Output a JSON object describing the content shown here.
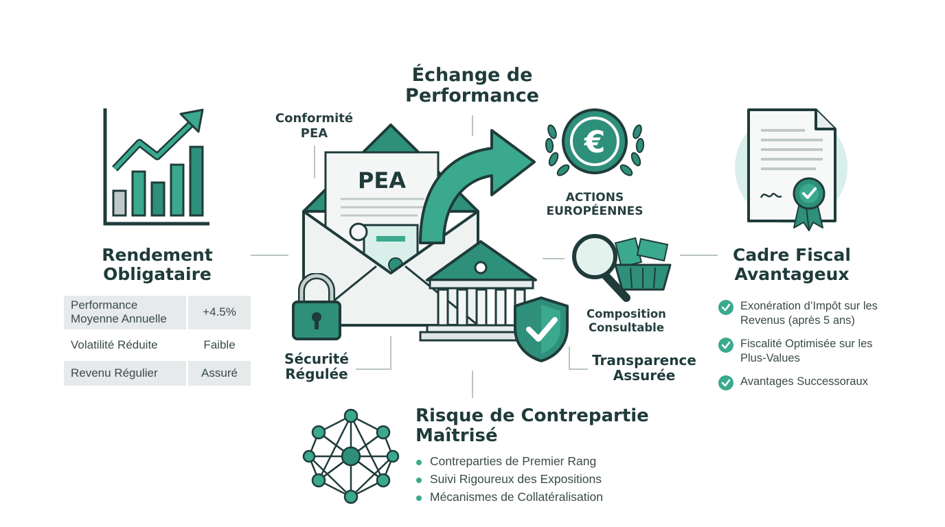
{
  "center": {
    "top_title": "Échange de Performance",
    "conformite": "Conformité PEA",
    "pea_doc": "PEA",
    "actions": "ACTIONS EUROPÉENNES",
    "euro_symbol": "€",
    "securite": "Sécurité Régulée",
    "composition": "Composition Consultable",
    "transparence": "Transparence Assurée"
  },
  "left": {
    "title": "Rendement Obligataire",
    "rows": [
      {
        "label": "Performance Moyenne Annuelle",
        "value": "+4.5%",
        "shaded": true
      },
      {
        "label": "Volatilité Réduite",
        "value": "Faible",
        "shaded": false
      },
      {
        "label": "Revenu Régulier",
        "value": "Assuré",
        "shaded": true
      }
    ]
  },
  "right": {
    "title": "Cadre Fiscal Avantageux",
    "items": [
      "Exonération d’Impôt sur les Revenus (après 5 ans)",
      "Fiscalité Optimisée sur les Plus-Values",
      "Avantages Successoraux"
    ]
  },
  "bottom": {
    "title": "Risque de Contrepartie Maîtrisé",
    "items": [
      "Contreparties de Premier Rang",
      "Suivi Rigoureux des Expositions",
      "Mécanismes de Collatéralisation"
    ]
  },
  "icons": {
    "chart": "bar-chart-trend-icon",
    "envelope": "envelope-icon",
    "arrow": "curved-arrow-icon",
    "euro": "euro-laurel-icon",
    "lock": "padlock-icon",
    "bank": "bank-building-icon",
    "shield": "shield-check-icon",
    "magnifier": "magnifier-basket-icon",
    "certificate": "certificate-document-icon",
    "network": "network-nodes-icon"
  },
  "colors": {
    "primary": "#2e8f7a",
    "dark": "#1f3b3a",
    "light": "#d9efe9",
    "accent": "#3aa98d"
  }
}
